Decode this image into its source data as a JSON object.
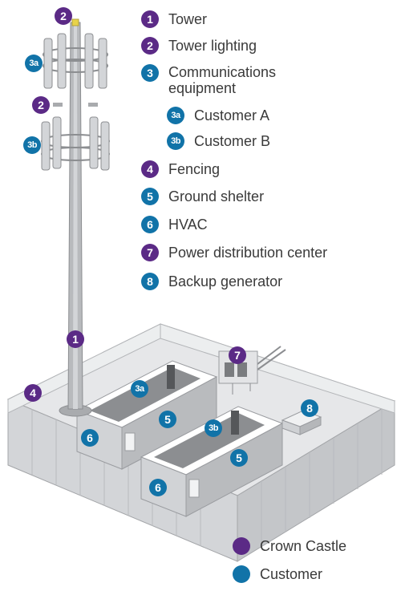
{
  "colors": {
    "crown_castle": "#5b2a86",
    "customer": "#1173a8",
    "structure_gray": "#d9dadc",
    "outline": "#9a9ca0"
  },
  "legend": {
    "items": [
      {
        "num": "1",
        "label": "Tower",
        "color": "purple"
      },
      {
        "num": "2",
        "label": "Tower lighting",
        "color": "purple"
      },
      {
        "num": "3",
        "label": "Communications\nequipment",
        "color": "blue"
      },
      {
        "num": "3a",
        "label": "Customer A",
        "color": "blue"
      },
      {
        "num": "3b",
        "label": "Customer B",
        "color": "blue"
      },
      {
        "num": "4",
        "label": "Fencing",
        "color": "purple"
      },
      {
        "num": "5",
        "label": "Ground shelter",
        "color": "blue"
      },
      {
        "num": "6",
        "label": "HVAC",
        "color": "blue"
      },
      {
        "num": "7",
        "label": "Power distribution center",
        "color": "purple"
      },
      {
        "num": "8",
        "label": "Backup generator",
        "color": "blue"
      }
    ]
  },
  "key": {
    "crown_castle": "Crown Castle",
    "customer": "Customer"
  },
  "callouts": {
    "tower": "1",
    "light_top": "2",
    "light_mid": "2",
    "antenna_a": "3a",
    "antenna_b": "3b",
    "fence": "4",
    "shelter_a": "5",
    "shelter_b": "5",
    "shelter_a_tag": "3a",
    "shelter_b_tag": "3b",
    "hvac_a": "6",
    "hvac_b": "6",
    "power": "7",
    "generator": "8"
  }
}
